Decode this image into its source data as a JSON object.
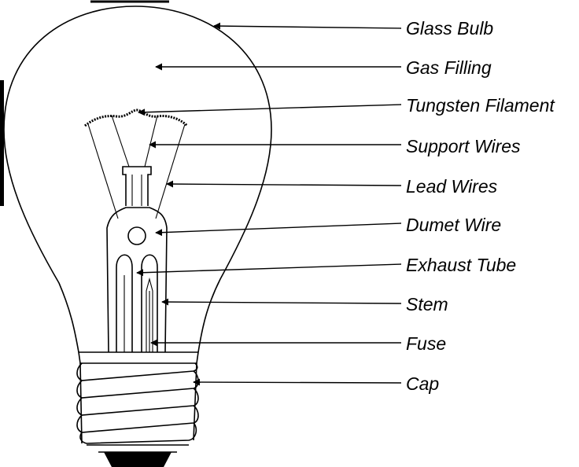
{
  "labels": {
    "glass_bulb": "Glass Bulb",
    "gas_filling": "Gas Filling",
    "tungsten_filament": "Tungsten Filament",
    "support_wires": "Support Wires",
    "lead_wires": "Lead Wires",
    "dumet_wire": "Dumet Wire",
    "exhaust_tube": "Exhaust Tube",
    "stem": "Stem",
    "fuse": "Fuse",
    "cap": "Cap"
  }
}
